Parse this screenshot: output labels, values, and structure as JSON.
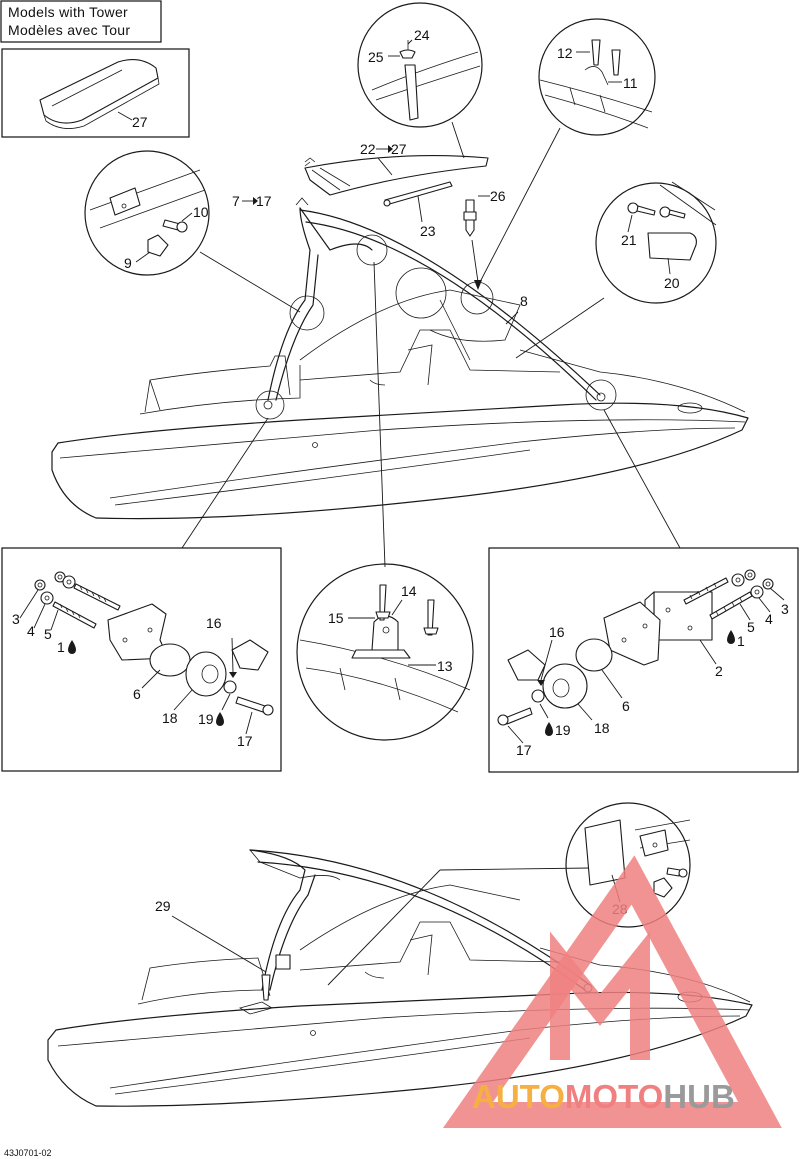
{
  "title": {
    "line1": "Models with Tower",
    "line2": "Modèles avec Tour"
  },
  "drawing_code": "43J0701-02",
  "watermark": {
    "part1": "AUTO",
    "part2": "MOTO",
    "part3": "HUB",
    "color_orange": "#f5b041",
    "color_red": "#f08080",
    "color_gray": "#9a9a9a"
  },
  "labels": {
    "l1a": "1",
    "l1b": "1",
    "l2": "2",
    "l3a": "3",
    "l3b": "3",
    "l4a": "4",
    "l4b": "4",
    "l5a": "5",
    "l5b": "5",
    "l6a": "6",
    "l6b": "6",
    "l7": "7",
    "l7_17_to": "17",
    "l8": "8",
    "l9": "9",
    "l10": "10",
    "l11": "11",
    "l12": "12",
    "l13": "13",
    "l14": "14",
    "l15": "15",
    "l16a": "16",
    "l16b": "16",
    "l17a": "17",
    "l17b": "17",
    "l18a": "18",
    "l18b": "18",
    "l19a": "19",
    "l19b": "19",
    "l20": "20",
    "l21": "21",
    "l22": "22",
    "l22_27_to": "27",
    "l23": "23",
    "l24": "24",
    "l25": "25",
    "l26": "26",
    "l27": "27",
    "l28": "28",
    "l29": "29"
  }
}
